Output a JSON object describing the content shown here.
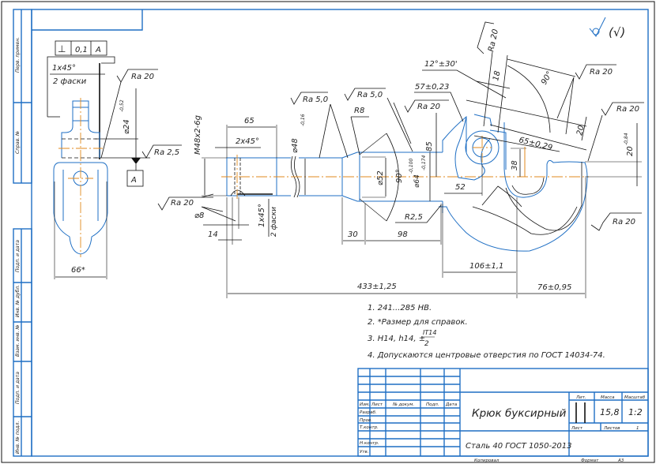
{
  "drawing": {
    "title": "Крюк буксирный",
    "material": "Сталь 40 ГОСТ 1050-2013",
    "surface_finish_general": "(√)",
    "notes": [
      "1. 241...285 HB.",
      "2. *Размер для справок.",
      "3. H14, h14, ±",
      "4. Допускаются центровые отверстия по ГОСТ 14034-74."
    ],
    "note3_fraction": {
      "numerator": "IT14",
      "denominator": "2"
    }
  },
  "side_strip": {
    "labels": [
      "Перв. примен.",
      "Справ. №",
      "Подп. и дата",
      "Инв. № дубл.",
      "Взам. инв. №",
      "Подп. и дата",
      "Инв. № подл."
    ]
  },
  "title_block": {
    "headers": [
      "Изм.",
      "Лист",
      "№ докум.",
      "Подп.",
      "Дата"
    ],
    "roles": [
      "Разраб.",
      "Пров.",
      "Т.контр.",
      "",
      "Н.контр.",
      "Утв."
    ],
    "lit_label": "Лит.",
    "mass_label": "Масса",
    "scale_label": "Масштаб",
    "mass_value": "15,8",
    "scale_value": "1:2",
    "sheet_label": "Лист",
    "sheets_label": "Листов",
    "sheets_value": "1",
    "copied_label": "Копировал",
    "format_label": "Формат",
    "format_value": "A3"
  },
  "left_view": {
    "tolerance_frame": {
      "symbol": "⊥",
      "value": "0,1",
      "datum": "A"
    },
    "chamfer": "1x45°",
    "chamfer_note": "2 фаски",
    "roughness_1": "Ra 20",
    "diameter": "⌀24",
    "diameter_tol": "-0,52",
    "roughness_2": "Ra 2,5",
    "datum": "A",
    "width": "66*"
  },
  "main_view": {
    "thread": "M48x2-6g",
    "len_65": "65",
    "chamfer_2x45": "2x45°",
    "roughness_ra20_left": "Ra 20",
    "hole": "⌀8",
    "len_14": "14",
    "chamfer_1x45": "1x45°",
    "chamfer_note": "2 фаски",
    "roughness_ra50_a": "Ra 5,0",
    "dia_48": "⌀48",
    "dia_48_tol": "-0,16",
    "roughness_ra50_b": "Ra 5,0",
    "r8": "R8",
    "dia_52": "⌀52",
    "angle_90": "90°",
    "dia_64": "⌀64",
    "dia_64_tol_upper": "-0,100",
    "dia_64_tol_lower": "-0,174",
    "r25": "R2,5",
    "len_30": "30",
    "len_98": "98",
    "len_433": "433±1,25",
    "len_85": "85",
    "len_52": "52",
    "len_38": "38",
    "len_106": "106±1,1",
    "len_76": "76±0,95",
    "len_57": "57±0,23",
    "angle_12": "12°±30'",
    "len_18": "18",
    "angle_90b": "90°",
    "len_65b": "65±0,29",
    "len_20": "20",
    "len_20b": "20",
    "len_20b_tol": "-0,84",
    "roughness_ra20_top": "Ra 20",
    "roughness_ra20_mid": "Ra 20",
    "roughness_ra20_right": "Ra 20",
    "roughness_ra20_right2": "Ra 20",
    "roughness_ra20_low": "Ra 20",
    "roughness_ra20_inner": "Ra 20"
  }
}
